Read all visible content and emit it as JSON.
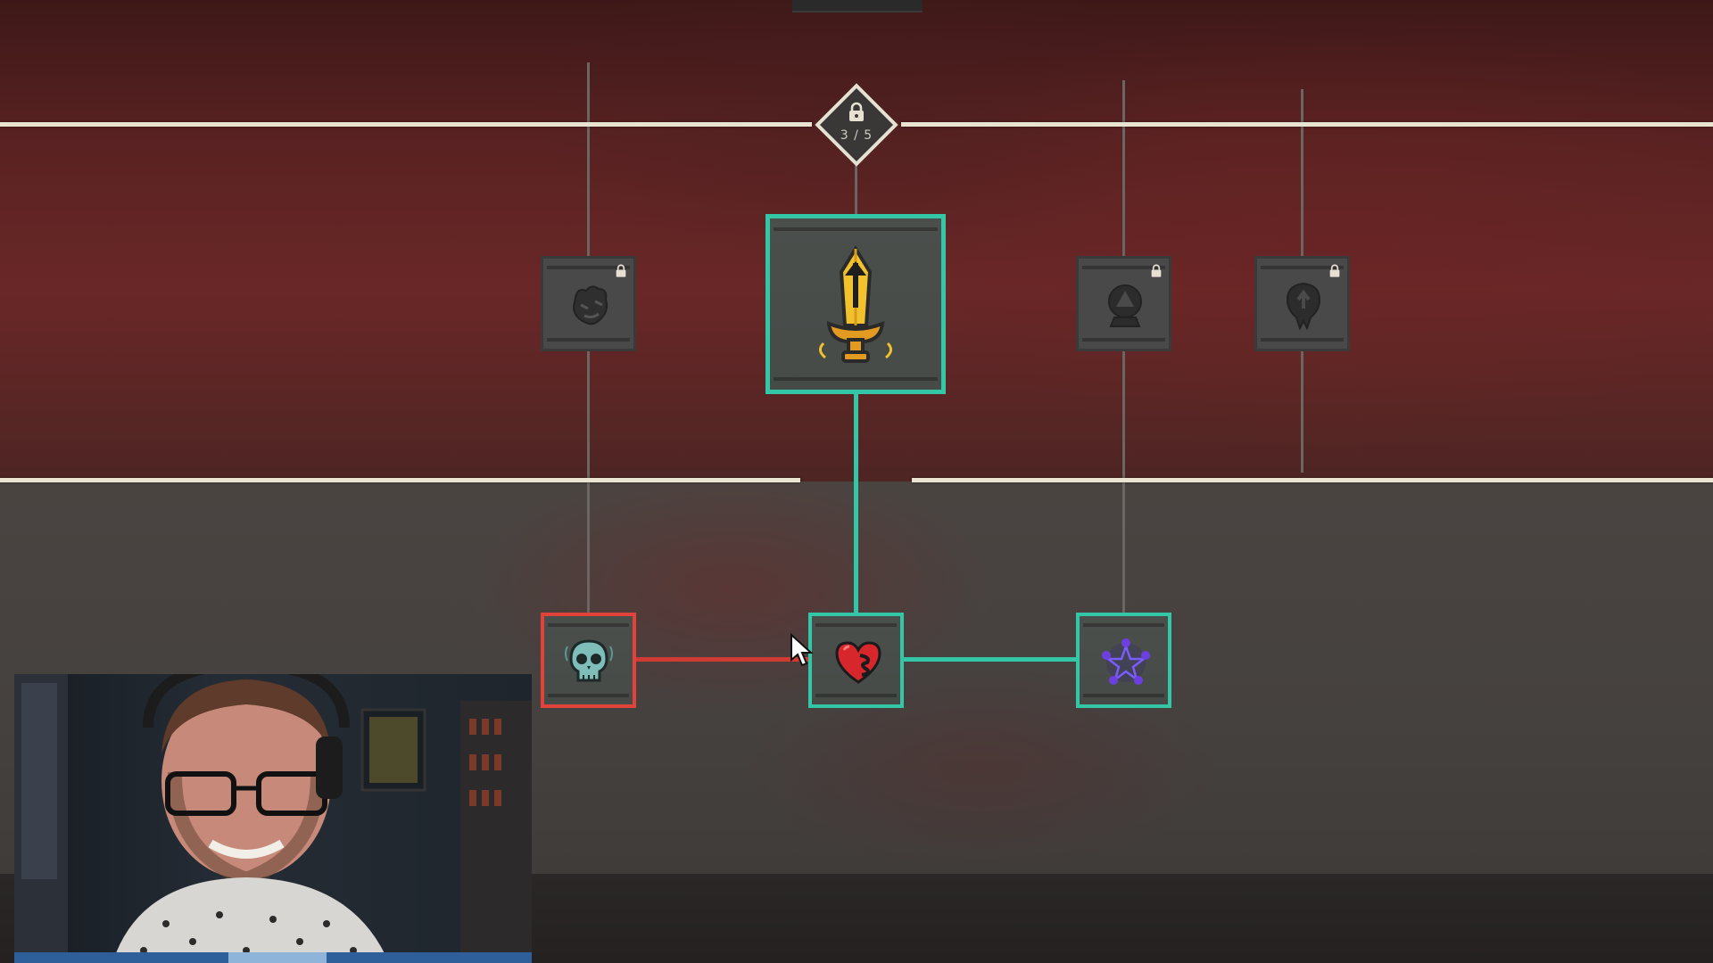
{
  "tier_badge": {
    "counter_text": "3 / 5",
    "icon": "lock-icon"
  },
  "skill_tree": {
    "upper_row": [
      {
        "name": "beast-skill",
        "icon": "beast-mask-icon",
        "state": "locked"
      },
      {
        "name": "sword-upgrade",
        "icon": "sword-up-arrow-icon",
        "state": "active"
      },
      {
        "name": "crystal-ball-skill",
        "icon": "crystal-ball-icon",
        "state": "locked"
      },
      {
        "name": "spirit-skill",
        "icon": "spirit-up-icon",
        "state": "locked"
      }
    ],
    "lower_row": [
      {
        "name": "skull-skill",
        "icon": "skull-icon",
        "state": "selected"
      },
      {
        "name": "heart-skill",
        "icon": "heart-icon",
        "state": "active"
      },
      {
        "name": "pentagram-hands-skill",
        "icon": "pentagram-hands-icon",
        "state": "active"
      }
    ]
  },
  "colors": {
    "active_border": "#33c6a7",
    "selected_border": "#e1423a",
    "band_upper": "#5a2222",
    "band_lower": "#47423f"
  },
  "webcam": {
    "label": ""
  }
}
